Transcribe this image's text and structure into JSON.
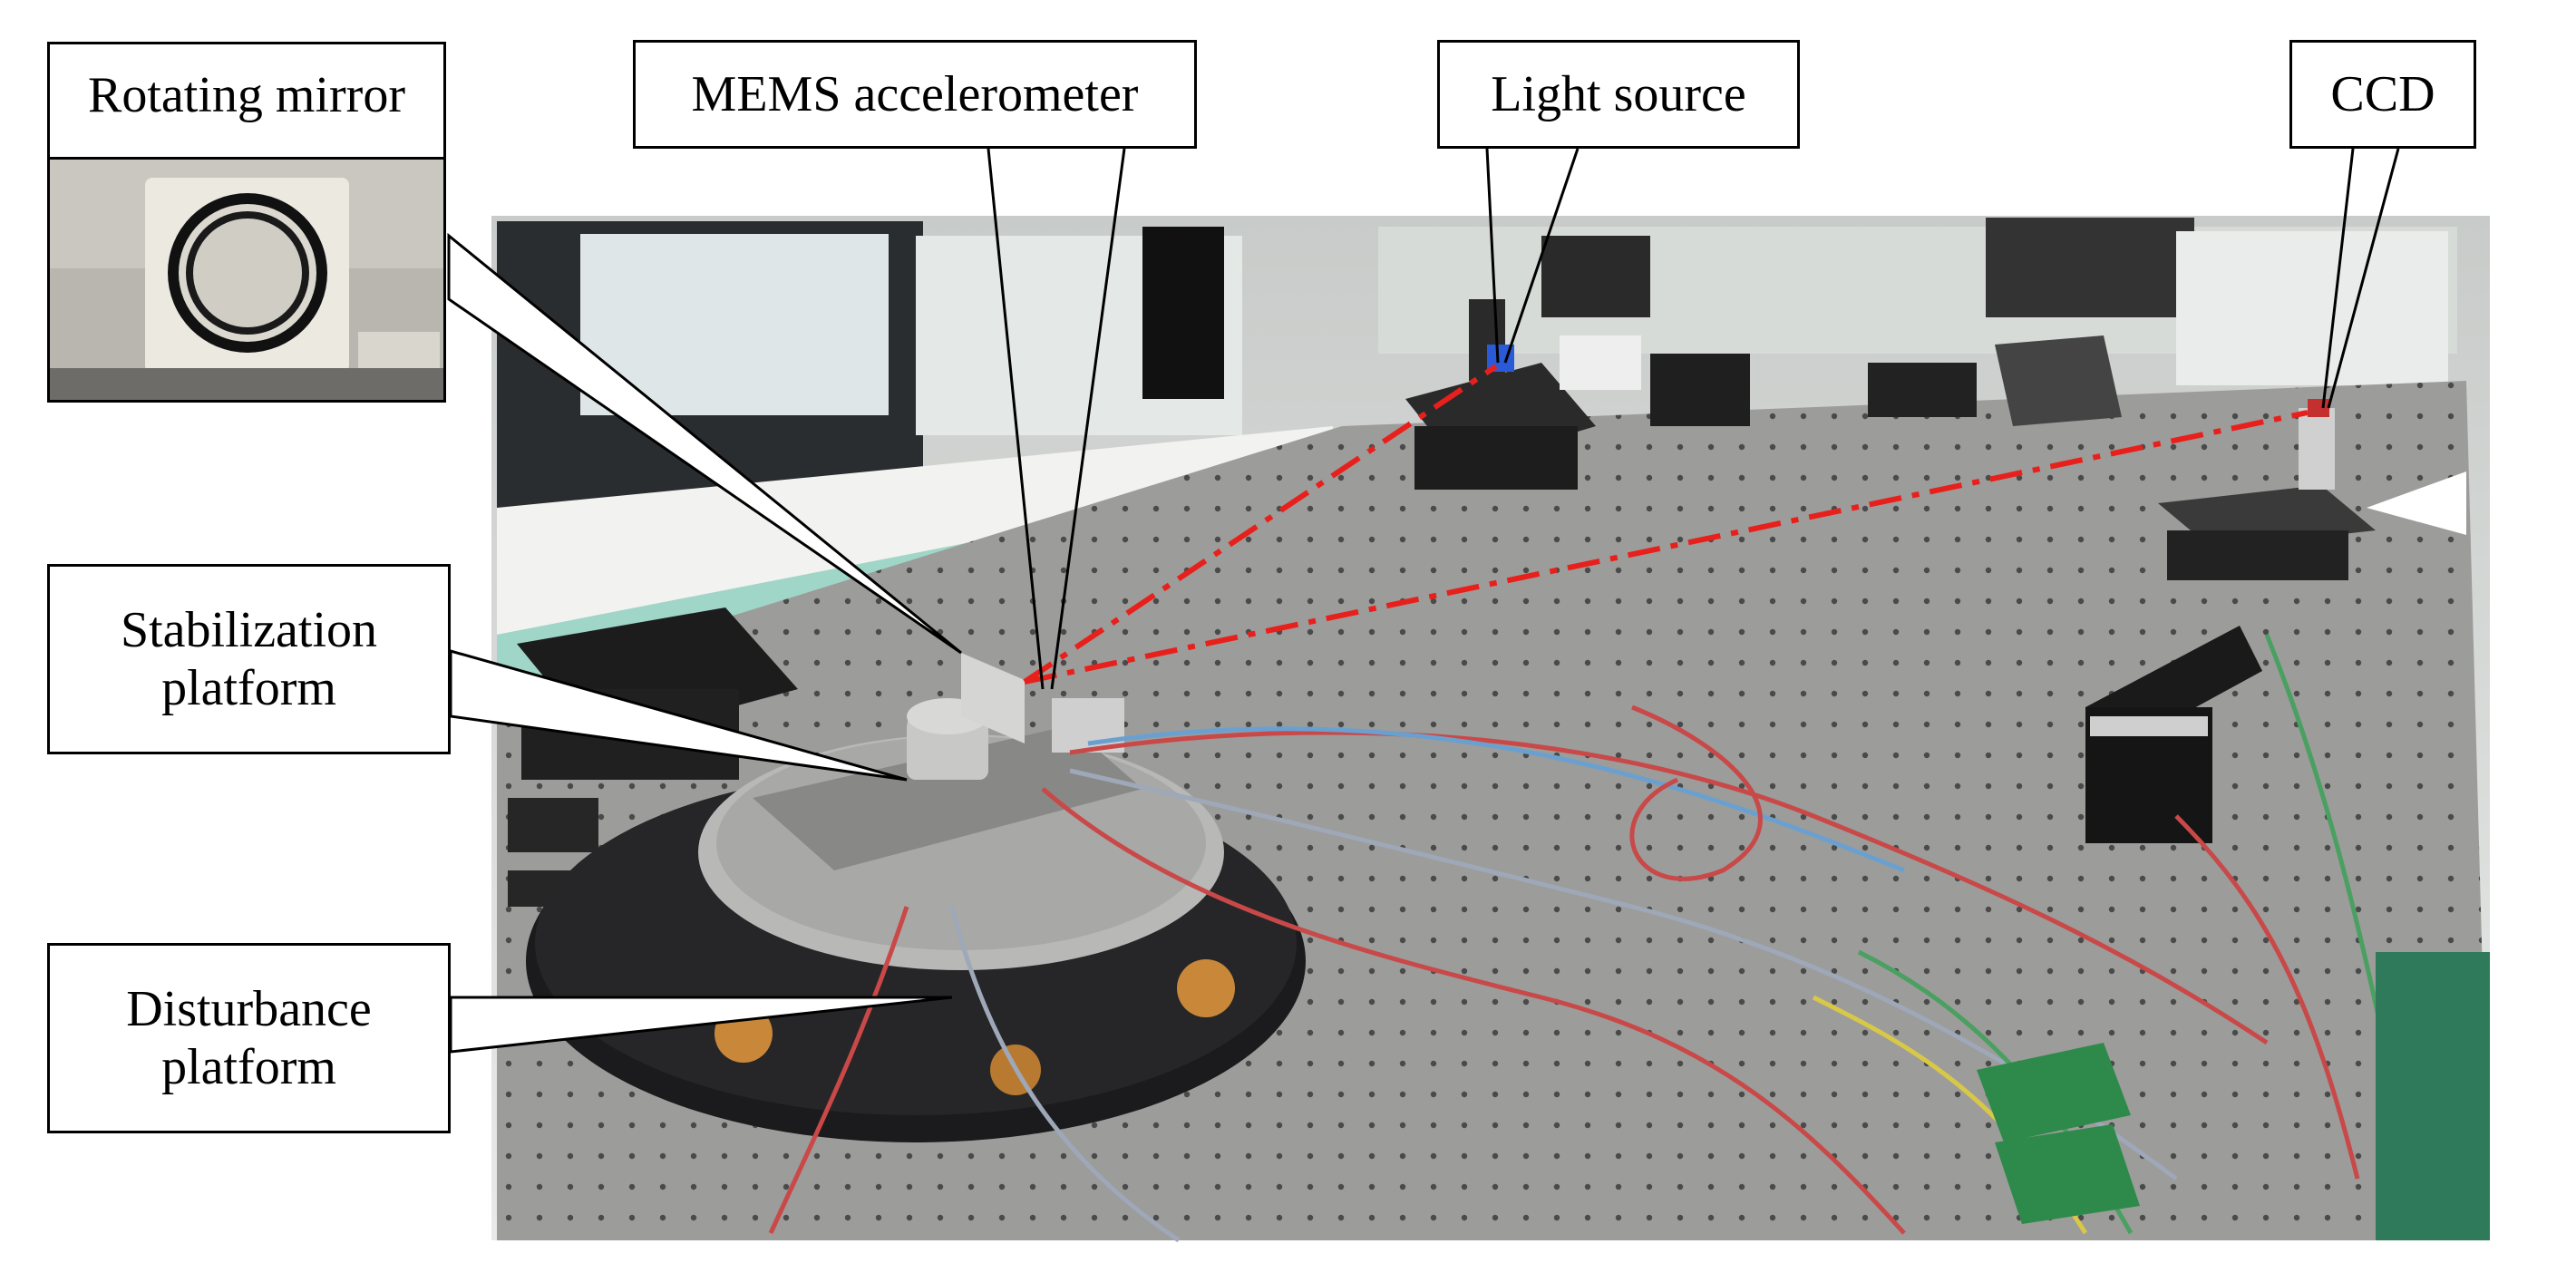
{
  "figure": {
    "labels": {
      "rotating_mirror": "Rotating mirror",
      "mems_accelerometer": "MEMS accelerometer",
      "light_source": "Light source",
      "ccd": "CCD",
      "stabilization_platform": [
        "Stabilization",
        "platform"
      ],
      "disturbance_platform": [
        "Disturbance",
        "platform"
      ]
    },
    "colors": {
      "laser_path": "#e8201c",
      "table_surface": "#9a9a98",
      "wall": "#dcdedc",
      "platform_black": "#1c1c1e"
    }
  }
}
